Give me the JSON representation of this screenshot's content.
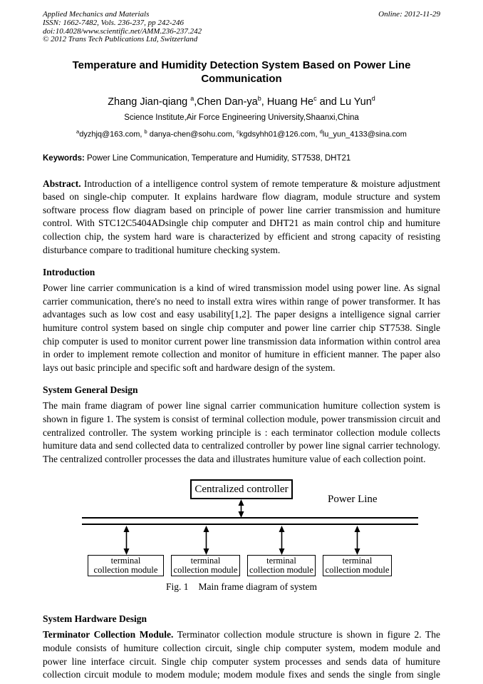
{
  "header": {
    "journal": "Applied Mechanics and Materials",
    "issn_line": "ISSN: 1662-7482, Vols. 236-237, pp 242-246",
    "doi_line": "doi:10.4028/www.scientific.net/AMM.236-237.242",
    "copyright_line": "© 2012 Trans Tech Publications Ltd, Switzerland",
    "online_date": "Online: 2012-11-29"
  },
  "title": "Temperature and Humidity Detection System Based on Power Line Communication",
  "authors": {
    "parts": [
      {
        "text": "Zhang Jian-qiang ",
        "sup": "a"
      },
      {
        "text": ",Chen Dan-ya",
        "sup": "b"
      },
      {
        "text": ", Huang He",
        "sup": "c"
      },
      {
        "text": " and Lu Yun",
        "sup": "d"
      }
    ]
  },
  "affiliation": "Science Institute,Air Force Engineering University,Shaanxi,China",
  "emails": {
    "parts": [
      {
        "sup": "a",
        "text": "dyzhjq@163.com, "
      },
      {
        "sup": "b",
        "text": " danya-chen@sohu.com, "
      },
      {
        "sup": "c",
        "text": "kgdsyhh01@126.com, "
      },
      {
        "sup": "d",
        "text": "lu_yun_4133@sina.com"
      }
    ]
  },
  "keywords": {
    "label": "Keywords:",
    "text": " Power Line Communication, Temperature and Humidity, ST7538, DHT21"
  },
  "abstract": {
    "label": "Abstract.",
    "text": " Introduction of a intelligence control system of remote temperature & moisture adjustment based on single-chip computer. It explains hardware flow diagram, module structure and system software process flow diagram based on principle of power line carrier transmission and humiture control. With STC12C5404ADsingle chip computer and DHT21 as main control chip and humiture collection chip, the system hard ware is characterized by efficient and strong capacity of resisting disturbance compare to traditional humiture checking system."
  },
  "sections": {
    "introduction": {
      "heading": "Introduction",
      "body": "Power line carrier communication is a kind of wired transmission model using power line. As signal carrier communication, there's no need to install extra wires within range of power transformer. It has advantages such as low cost and easy usability[1,2]. The paper designs a intelligence signal carrier humiture control system based on single chip computer and power line carrier chip ST7538. Single chip computer is used to monitor current power line transmission data information within control area in order to implement remote collection and monitor of humiture in efficient manner. The paper also lays out basic principle and specific soft and hardware design of the system."
    },
    "system_general_design": {
      "heading": "System General Design",
      "body": "The main frame diagram of power line signal carrier communication humiture collection system is shown in figure 1. The system is consist of terminal collection module, power transmission circuit and centralized controller. The system working principle is : each terminator collection module collects humiture data and send collected data to centralized controller by power line signal carrier technology. The centralized controller processes the data and illustrates humiture value of each collection point."
    },
    "system_hardware_design": {
      "heading": "System Hardware Design",
      "subsection_label": "Terminator Collection Module.",
      "body": " Terminator collection module structure is shown in figure 2. The module consists of humiture collection circuit, single chip computer system, modem module and power line interface circuit. Single chip computer system processes and sends data of humiture collection circuit module to modem module; modem module fixes and sends the single from single"
    }
  },
  "figure1": {
    "controller_label": "Centralized controller",
    "power_line_label": "Power Line",
    "terminals": [
      {
        "line1": "terminal",
        "line2": "collection module"
      },
      {
        "line1": "terminal",
        "line2": "collection module"
      },
      {
        "line1": "terminal",
        "line2": "collection module"
      },
      {
        "line1": "terminal",
        "line2": "collection module"
      }
    ],
    "caption": {
      "label": "Fig. 1",
      "text": "Main frame diagram of system"
    }
  }
}
